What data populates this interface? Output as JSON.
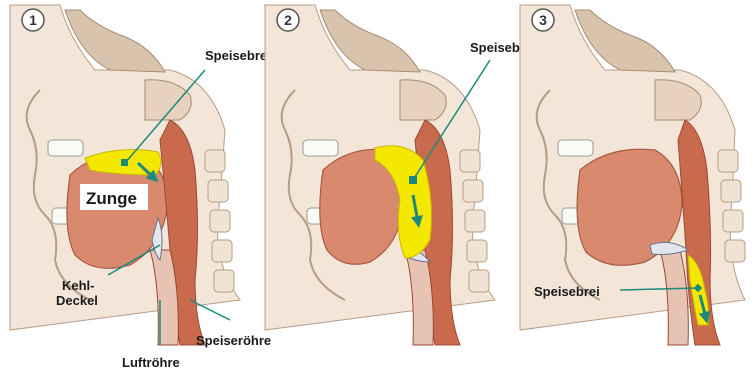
{
  "panels": [
    {
      "number": "1",
      "labels": {
        "bolus": "Speisebrei",
        "tongue": "Zunge",
        "epiglottis_line1": "Kehl-",
        "epiglottis_line2": "Deckel",
        "esophagus": "Speiseröhre",
        "trachea": "Luftröhre"
      }
    },
    {
      "number": "2",
      "labels": {
        "bolus": "Speisebrei"
      }
    },
    {
      "number": "3",
      "labels": {
        "bolus": "Speisebrei"
      }
    }
  ],
  "colors": {
    "bolus": "#f5e800",
    "arrow": "#1a8a7a",
    "muscle": "#d2785a",
    "bone": "#e8d9c4",
    "skin": "#f6e7dc",
    "pointer_line": "#1a8a7a"
  }
}
